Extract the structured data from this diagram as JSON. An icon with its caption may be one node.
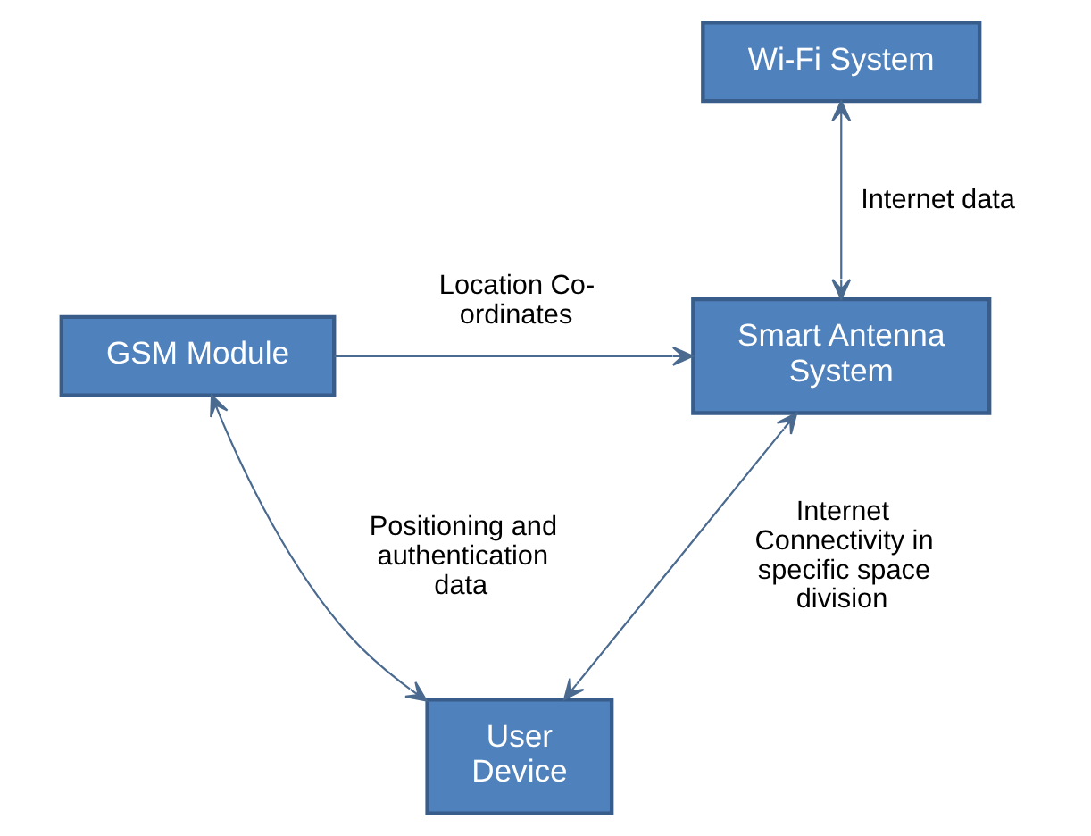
{
  "diagram": {
    "nodes": [
      {
        "text": [
          "Wi-Fi System"
        ]
      },
      {
        "text": [
          "GSM Module"
        ]
      },
      {
        "text": [
          "Smart Antenna System"
        ]
      },
      {
        "text": [
          "User Device"
        ]
      }
    ],
    "edges": [
      {
        "from": 0,
        "to": 2,
        "arrow": "both",
        "label": "Internet data"
      },
      {
        "from": 1,
        "to": 2,
        "arrow": "to",
        "label": "Location Co-ordinates"
      },
      {
        "from": 1,
        "to": 3,
        "arrow": "both",
        "label": "Positioning and authentication data"
      },
      {
        "from": 2,
        "to": 3,
        "arrow": "both",
        "label": "Internet Connectivity in specific space division"
      }
    ]
  }
}
